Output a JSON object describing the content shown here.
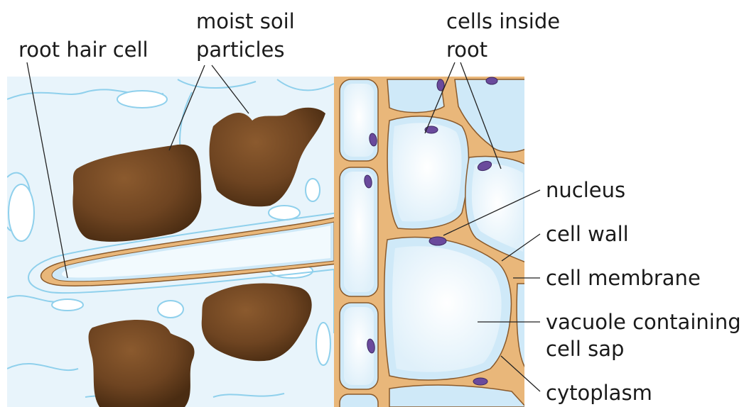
{
  "labels": {
    "root_hair_cell": "root hair cell",
    "moist_soil_1": "moist soil",
    "moist_soil_2": "particles",
    "cells_inside_1": "cells inside",
    "cells_inside_2": "root",
    "nucleus": "nucleus",
    "cell_wall": "cell wall",
    "cell_membrane": "cell membrane",
    "vacuole_1": "vacuole containing",
    "vacuole_2": "cell sap",
    "cytoplasm": "cytoplasm"
  },
  "colors": {
    "background": "#ffffff",
    "water_film": "#e8f4fb",
    "water_outline": "#8fd0ec",
    "cell_wall": "#e9b77a",
    "cell_wall_edge": "#8a5a2b",
    "cytoplasm": "#cfe9f8",
    "vacuole": "#f2fafe",
    "nucleus": "#6a4a9c",
    "soil": "#6e4421",
    "soil_highlight": "#8b5a2e",
    "leader_line": "#222222"
  }
}
